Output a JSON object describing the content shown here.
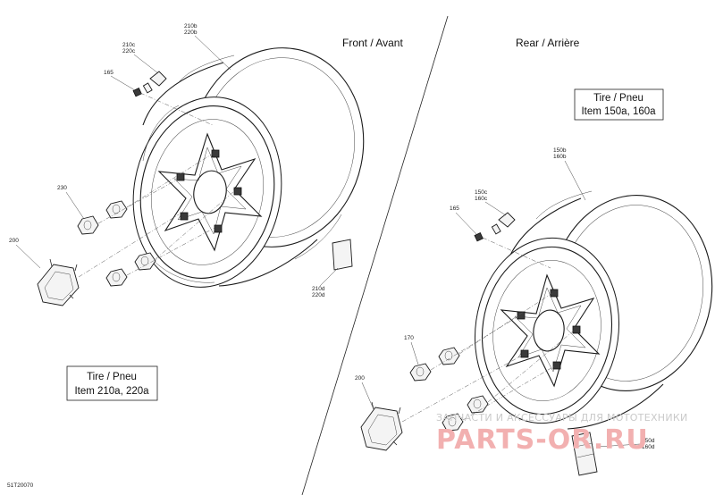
{
  "sections": {
    "front": {
      "title": "Front / Avant"
    },
    "rear": {
      "title": "Rear / Arrière"
    }
  },
  "info_boxes": {
    "front": {
      "line1": "Tire / Pneu",
      "line2": "Item 210a, 220a"
    },
    "rear": {
      "line1": "Tire / Pneu",
      "line2": "Item 150a, 160a"
    }
  },
  "callouts": {
    "front": {
      "rim": {
        "line1": "210b",
        "line2": "220b"
      },
      "valve": {
        "line1": "210c",
        "line2": "220c"
      },
      "valve_cap": "165",
      "lug_nut": "230",
      "hub_cap": "200",
      "label": {
        "line1": "210d",
        "line2": "220d"
      }
    },
    "rear": {
      "rim": {
        "line1": "150b",
        "line2": "160b"
      },
      "valve": {
        "line1": "150c",
        "line2": "160c"
      },
      "valve_cap": "165",
      "lug_nut": "170",
      "hub_cap": "200",
      "label": {
        "line1": "150d",
        "line2": "160d"
      }
    }
  },
  "figure_code": "51T20070",
  "watermark": {
    "top": "ЗАПЧАСТИ И АКСЕССУАРЫ ДЛЯ МОТОТЕХНИКИ",
    "main": "PARTS-OR.RU"
  },
  "colors": {
    "line": "#1a1a1a",
    "watermark_main": "#f2b0b0",
    "watermark_top": "#c9c9c9"
  }
}
